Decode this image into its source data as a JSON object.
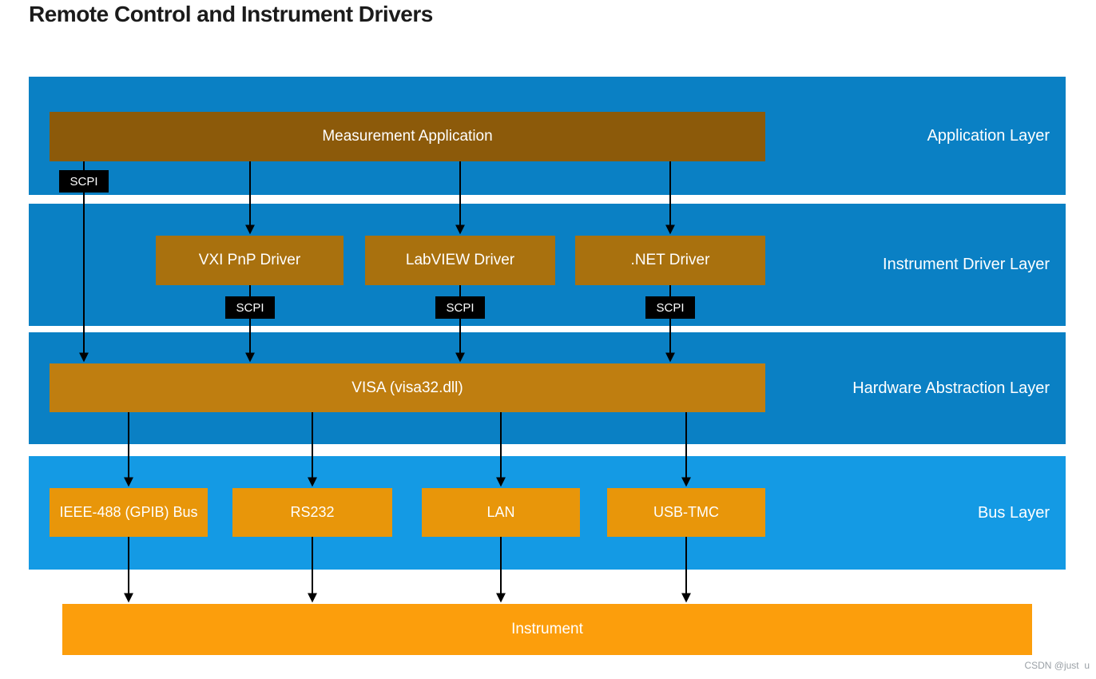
{
  "title": "Remote Control and Instrument Drivers",
  "diagram": {
    "protocol_tag": "SCPI",
    "layers": [
      {
        "label": "Application Layer",
        "boxes": [
          "Measurement Application"
        ]
      },
      {
        "label": "Instrument Driver Layer",
        "boxes": [
          "VXI PnP Driver",
          "LabVIEW Driver",
          ".NET Driver"
        ]
      },
      {
        "label": "Hardware Abstraction Layer",
        "boxes": [
          "VISA (visa32.dll)"
        ]
      },
      {
        "label": "Bus Layer",
        "boxes": [
          "IEEE-488 (GPIB) Bus",
          "RS232",
          "LAN",
          "USB-TMC"
        ]
      }
    ],
    "bottom_box": "Instrument"
  },
  "colors": {
    "layer_band_blue": "#0a80c4",
    "bus_layer_band_blue": "#149ae4",
    "application_box": "#8c5a0a",
    "driver_box": "#a9710e",
    "visa_box": "#bf7e10",
    "bus_box": "#e8960a",
    "instrument_box": "#fc9e0c",
    "scpi_tag_background": "#000000",
    "arrow": "#000000",
    "label_text": "#ffffff"
  },
  "watermark": "CSDN @just  u"
}
